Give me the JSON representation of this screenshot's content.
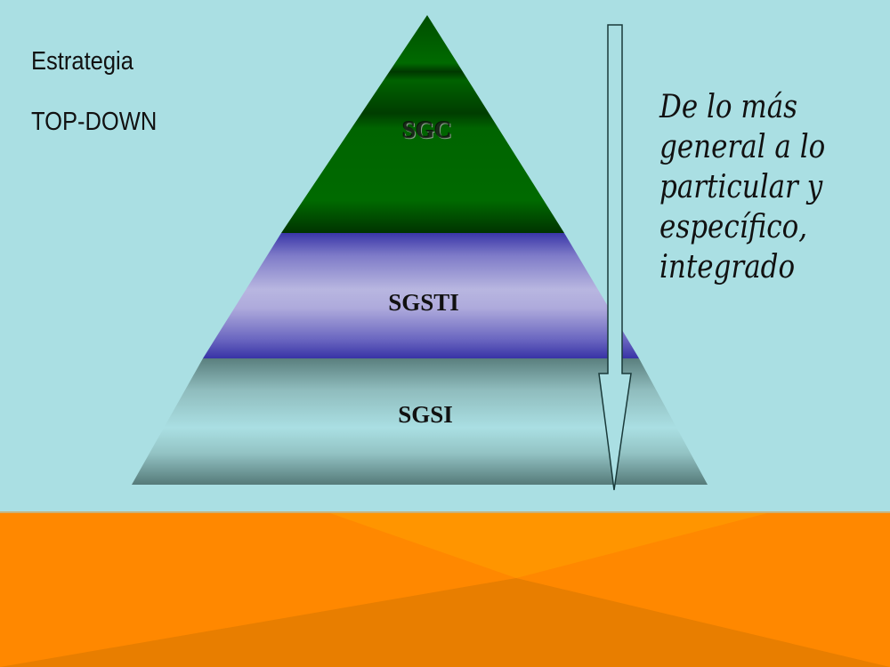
{
  "slide": {
    "title_lines": [
      "Estrategia",
      "TOP-DOWN"
    ],
    "pyramid": {
      "layers": [
        {
          "label": "SGC",
          "position": "top",
          "color": "#006600"
        },
        {
          "label": "SGSTI",
          "position": "middle",
          "color": "#5a55b8"
        },
        {
          "label": "SGSI",
          "position": "bottom",
          "color": "#5f8c8c"
        }
      ]
    },
    "arrow": {
      "direction": "down",
      "icon": "down-arrow-icon"
    },
    "side_note_lines": [
      "De lo más",
      "general a lo",
      "particular y",
      "específico,",
      "integrado"
    ]
  },
  "colors": {
    "background": "#aadfe3",
    "footer_orange": "#ff8800",
    "footer_orange_light": "#ff9500",
    "footer_orange_dark": "#e87e00"
  }
}
